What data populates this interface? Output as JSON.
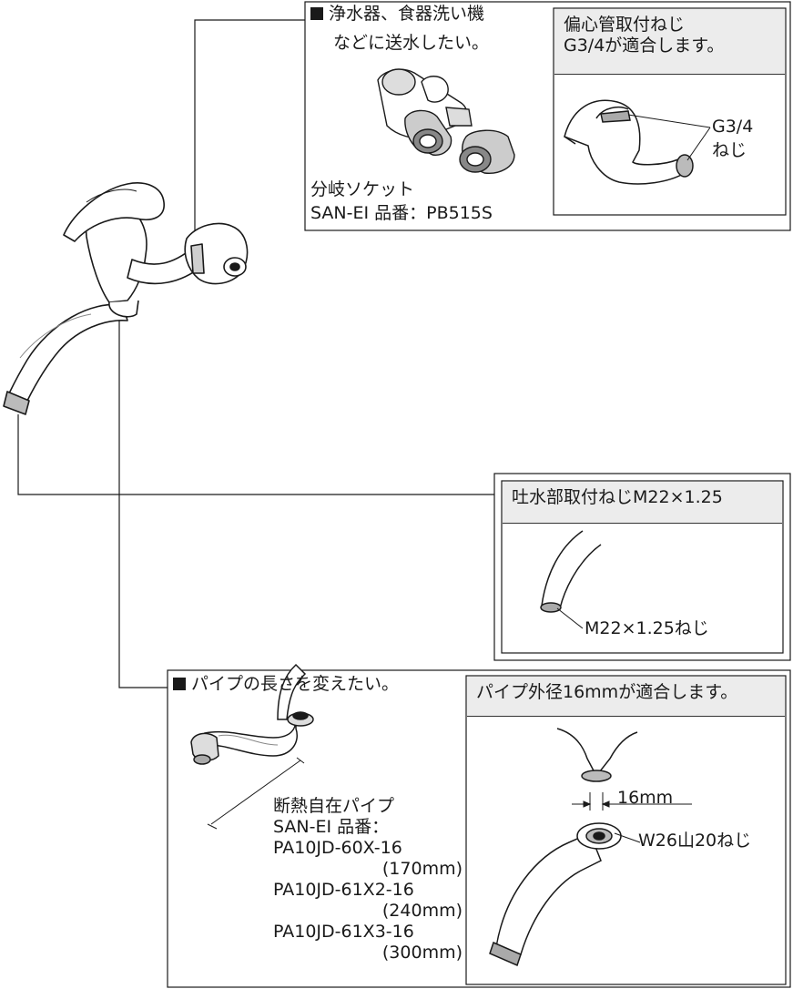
{
  "dishwasher": {
    "bullet_line1": "浄水器、食器洗い機",
    "bullet_line2": "などに送水したい。",
    "part_name": "分岐ソケット",
    "part_number": "SAN-EI 品番：PB515S"
  },
  "eccentric": {
    "caption_line1": "偏心管取付ねじ",
    "caption_line2": "G3/4が適合します。",
    "thread_label_line1": "G3/4",
    "thread_label_line2": "ねじ"
  },
  "spout": {
    "caption": "吐水部取付ねじM22×1.25",
    "thread_label": "M22×1.25ねじ"
  },
  "pipe": {
    "bullet": "パイプの長さを変えたい。",
    "product_name": "断熱自在パイプ",
    "product_brand": "SAN-EI 品番：",
    "models": [
      {
        "code": "PA10JD-60X-16",
        "length": "(170mm)"
      },
      {
        "code": "PA10JD-61X2-16",
        "length": "(240mm)"
      },
      {
        "code": "PA10JD-61X3-16",
        "length": "(300mm)"
      }
    ]
  },
  "pipe_diameter": {
    "caption": "パイプ外径16mmが適合します。",
    "dimension": "16mm",
    "thread_label": "W26山20ねじ"
  },
  "colors": {
    "line": "#1a1a1a",
    "caption_bg": "#ececec",
    "part_gray": "#9a9a9a"
  }
}
